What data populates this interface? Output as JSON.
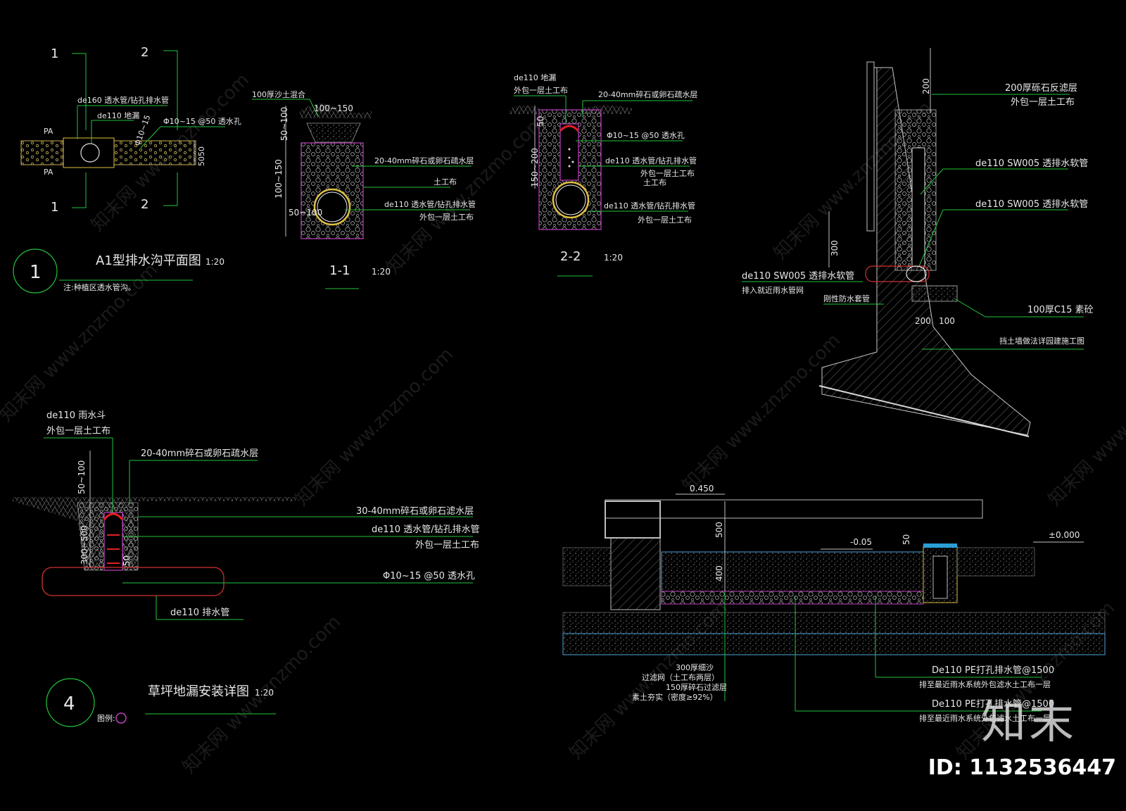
{
  "colors": {
    "background": "#000000",
    "leader": "#22c33a",
    "outline_magenta": "#c040c0",
    "pipe_red": "#d03030",
    "pipe_yellow": "#e0c040"
  },
  "detail1": {
    "marks": [
      "1",
      "2",
      "1",
      "2"
    ],
    "labels": [
      "de160 透水管/钻孔排水管",
      "de110 地漏",
      "Φ10~15 @50 透水孔",
      "PA",
      "PA"
    ],
    "dims": [
      "Φ10~15",
      "50",
      "50"
    ],
    "number": "1",
    "title": "A1型排水沟平面图",
    "scale": "1:20",
    "note": "注:种植区透水管沟。"
  },
  "detail11": {
    "labels": [
      "100厚沙土混合",
      "20-40mm碎石或卵石疏水层",
      "土工布",
      "de110 透水管/钻孔排水管",
      "外包一层土工布"
    ],
    "dims": [
      "100~150",
      "50~100",
      "100~150",
      "50~100"
    ],
    "title": "1-1",
    "scale": "1:20"
  },
  "detail22": {
    "labels": [
      "de110 地漏",
      "外包一层土工布",
      "20-40mm碎石或卵石疏水层",
      "Φ10~15 @50 透水孔",
      "de110 透水管/钻孔排水管",
      "外包一层土工布",
      "土工布",
      "de110 透水管/钻孔排水管",
      "外包一层土工布"
    ],
    "dims": [
      "50",
      "150~200"
    ],
    "title": "2-2",
    "scale": "1:20"
  },
  "wall": {
    "labels": [
      "200厚砾石反滤层",
      "外包一层土工布",
      "de110  SW005 透排水软管",
      "de110  SW005 透排水软管",
      "de110  SW005 透排水软管",
      "排入就近雨水管网",
      "刚性防水套管",
      "100厚C15 素砼",
      "挡土墙做法详园建施工图"
    ],
    "dims": [
      "200",
      "300",
      "200",
      "100"
    ]
  },
  "detail4": {
    "labels": [
      "de110 雨水斗",
      "外包一层土工布",
      "20-40mm碎石或卵石疏水层",
      "30-40mm碎石或卵石滤水层",
      "de110 透水管/钻孔排水管",
      "外包一层土工布",
      "Φ10~15 @50 透水孔",
      "de110 排水管"
    ],
    "dims": [
      "50~100",
      "300~500",
      "50"
    ],
    "number": "4",
    "title": "草坪地漏安装详图",
    "scale": "1:20",
    "legend": "图例:"
  },
  "section": {
    "levels": [
      "0.450",
      "-0.05",
      "±0.000"
    ],
    "dims": [
      "500",
      "400",
      "50"
    ],
    "labels": [
      "300厚细沙",
      "过滤网（土工布两层）",
      "150厚碎石过滤层",
      "素土夯实（密度≥92%）",
      "De110 PE打孔排水管@1500",
      "排至最近雨水系统外包滤水土工布一层",
      "De110 PE打孔排水管@1500",
      "排至最近雨水系统外包滤水土工布一层"
    ]
  },
  "watermark": {
    "text": "知末网 www.znzmo.com",
    "logo": "知末",
    "id": "ID: 1132536447"
  }
}
